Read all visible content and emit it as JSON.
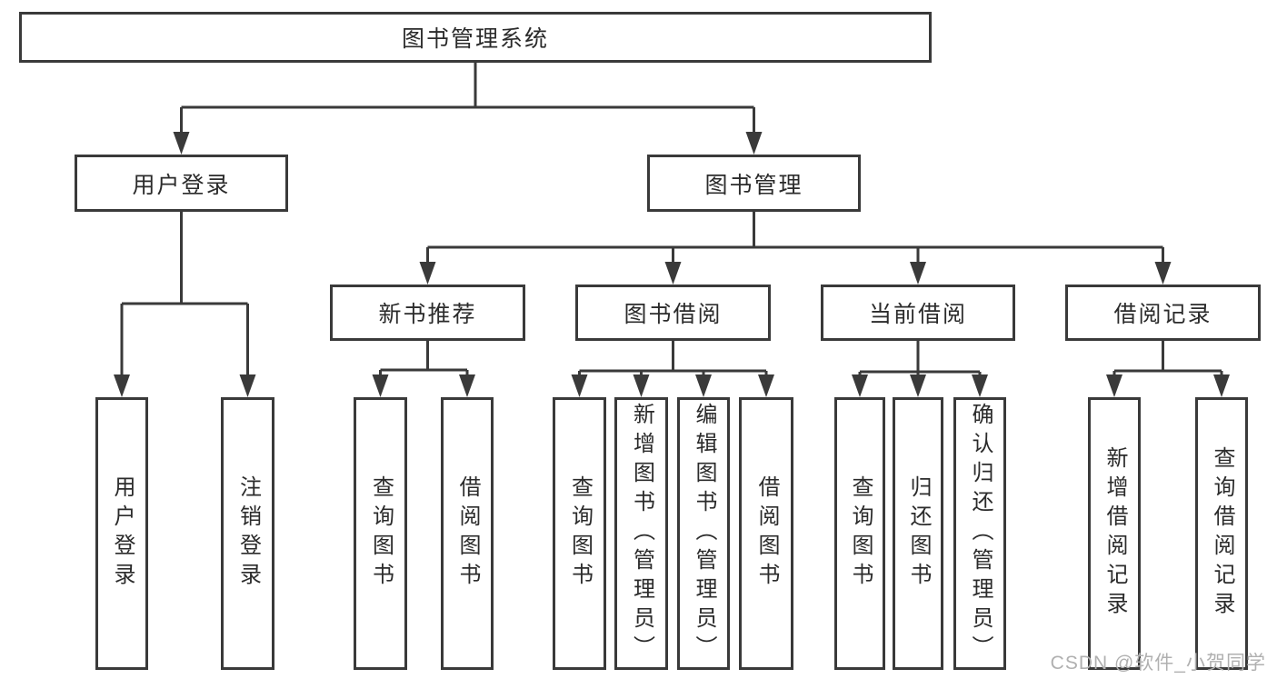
{
  "diagram": {
    "type": "hierarchy-tree",
    "root": {
      "label": "图书管理系统"
    },
    "level2": [
      {
        "id": "user-login",
        "label": "用户登录",
        "parent": "图书管理系统"
      },
      {
        "id": "book-management",
        "label": "图书管理",
        "parent": "图书管理系统"
      }
    ],
    "level3": [
      {
        "id": "new-book-recommendation",
        "label": "新书推荐",
        "parent": "图书管理"
      },
      {
        "id": "book-borrowing",
        "label": "图书借阅",
        "parent": "图书管理"
      },
      {
        "id": "current-borrowing",
        "label": "当前借阅",
        "parent": "图书管理"
      },
      {
        "id": "borrowing-records",
        "label": "借阅记录",
        "parent": "图书管理"
      }
    ],
    "leaves": [
      {
        "id": "leaf-user-login",
        "label": "用户登录",
        "parent": "用户登录"
      },
      {
        "id": "leaf-logout",
        "label": "注销登录",
        "parent": "用户登录"
      },
      {
        "id": "leaf-query-books-rec",
        "label": "查询图书",
        "parent": "新书推荐"
      },
      {
        "id": "leaf-borrow-books-rec",
        "label": "借阅图书",
        "parent": "新书推荐"
      },
      {
        "id": "leaf-query-books-borrow",
        "label": "查询图书",
        "parent": "图书借阅"
      },
      {
        "id": "leaf-add-books-admin",
        "label": "新增图书（管理员）",
        "parent": "图书借阅"
      },
      {
        "id": "leaf-edit-books-admin",
        "label": "编辑图书（管理员）",
        "parent": "图书借阅"
      },
      {
        "id": "leaf-borrow-books-borrow",
        "label": "借阅图书",
        "parent": "图书借阅"
      },
      {
        "id": "leaf-query-books-current",
        "label": "查询图书",
        "parent": "当前借阅"
      },
      {
        "id": "leaf-return-books",
        "label": "归还图书",
        "parent": "当前借阅"
      },
      {
        "id": "leaf-confirm-return-admin",
        "label": "确认归还（管理员）",
        "parent": "当前借阅"
      },
      {
        "id": "leaf-add-borrow-record",
        "label": "新增借阅记录",
        "parent": "借阅记录"
      },
      {
        "id": "leaf-query-borrow-record",
        "label": "查询借阅记录",
        "parent": "借阅记录"
      }
    ],
    "colors": {
      "line": "#3a3a3a",
      "box_border": "#3a3a3a",
      "box_fill": "#ffffff",
      "text": "#2b2b2b",
      "background": "#ffffff"
    }
  },
  "watermark": {
    "text": "CSDN @软件_小贺同学",
    "color": "#b0b0b0"
  }
}
